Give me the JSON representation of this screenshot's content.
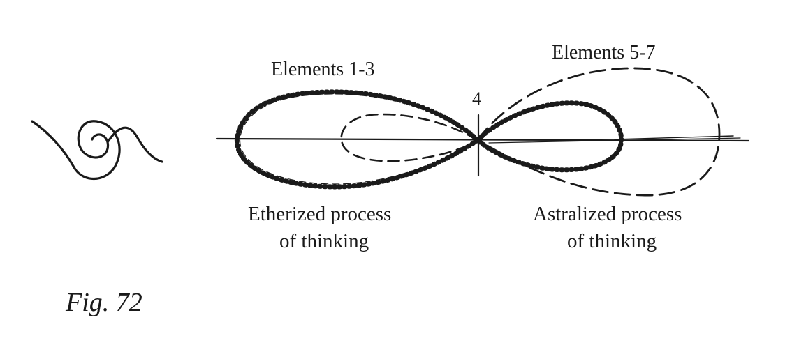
{
  "labels": {
    "elements_left": "Elements 1-3",
    "elements_right": "Elements 5-7",
    "center_number": "4",
    "left_process_line1": "Etherized process",
    "left_process_line2": "of thinking",
    "right_process_line1": "Astralized process",
    "right_process_line2": "of thinking",
    "figure_caption": "Fig. 72"
  },
  "icons": {
    "left_symbol": "double-spiral-icon"
  },
  "colors": {
    "ink": "#1a1a1a",
    "background": "#ffffff"
  }
}
